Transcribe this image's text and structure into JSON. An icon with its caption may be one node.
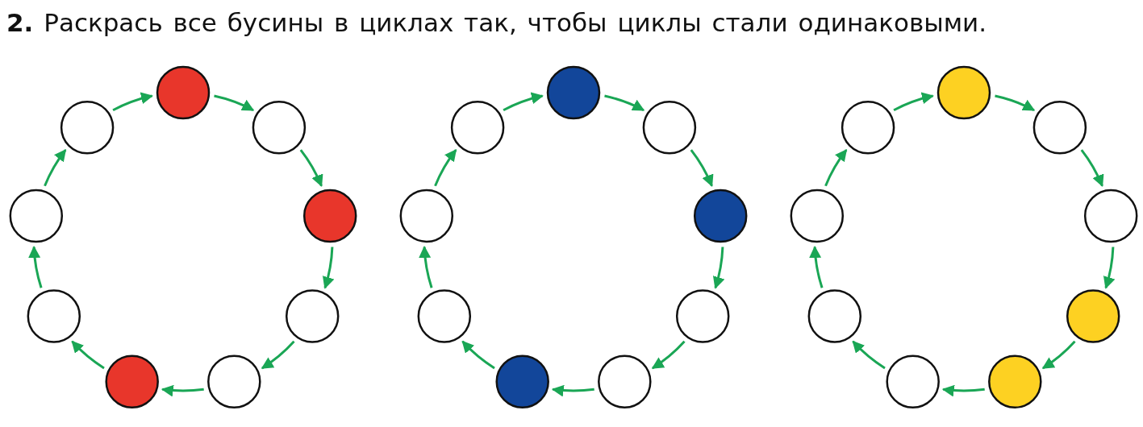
{
  "diagram": {
    "title": "**2.** Раскрась все бусины в циклах так, чтобы циклы стали одинаковыми.",
    "nodes": [
      {
        "text": [],
        "shape": "circle"
      },
      {
        "text": [],
        "shape": "circle"
      },
      {
        "text": [],
        "shape": "circle"
      },
      {
        "text": [],
        "shape": "circle"
      },
      {
        "text": [],
        "shape": "circle"
      },
      {
        "text": [],
        "shape": "circle"
      },
      {
        "text": [],
        "shape": "circle"
      },
      {
        "text": [],
        "shape": "circle"
      },
      {
        "text": [],
        "shape": "circle"
      },
      {
        "text": [],
        "shape": "circle"
      },
      {
        "text": [],
        "shape": "circle"
      },
      {
        "text": [],
        "shape": "circle"
      },
      {
        "text": [],
        "shape": "circle"
      },
      {
        "text": [],
        "shape": "circle"
      },
      {
        "text": [],
        "shape": "circle"
      },
      {
        "text": [],
        "shape": "circle"
      },
      {
        "text": [],
        "shape": "circle"
      },
      {
        "text": [],
        "shape": "circle"
      },
      {
        "text": [],
        "shape": "circle"
      },
      {
        "text": [],
        "shape": "circle"
      },
      {
        "text": [],
        "shape": "circle"
      },
      {
        "text": [],
        "shape": "circle"
      },
      {
        "text": [],
        "shape": "circle"
      },
      {
        "text": [],
        "shape": "circle"
      },
      {
        "text": [],
        "shape": "circle"
      },
      {
        "text": [],
        "shape": "circle"
      },
      {
        "text": [],
        "shape": "circle"
      }
    ],
    "edges": [
      {
        "from": 0,
        "to": 1,
        "arrow": "to"
      },
      {
        "from": 1,
        "to": 2,
        "arrow": "to"
      },
      {
        "from": 2,
        "to": 3,
        "arrow": "to"
      },
      {
        "from": 3,
        "to": 4,
        "arrow": "to"
      },
      {
        "from": 4,
        "to": 5,
        "arrow": "to"
      },
      {
        "from": 5,
        "to": 6,
        "arrow": "to"
      },
      {
        "from": 6,
        "to": 7,
        "arrow": "to"
      },
      {
        "from": 7,
        "to": 8,
        "arrow": "to"
      },
      {
        "from": 8,
        "to": 0,
        "arrow": "to"
      },
      {
        "from": 9,
        "to": 10,
        "arrow": "to"
      },
      {
        "from": 10,
        "to": 11,
        "arrow": "to"
      },
      {
        "from": 11,
        "to": 12,
        "arrow": "to"
      },
      {
        "from": 12,
        "to": 13,
        "arrow": "to"
      },
      {
        "from": 13,
        "to": 14,
        "arrow": "to"
      },
      {
        "from": 14,
        "to": 15,
        "arrow": "to"
      },
      {
        "from": 15,
        "to": 16,
        "arrow": "to"
      },
      {
        "from": 16,
        "to": 17,
        "arrow": "to"
      },
      {
        "from": 17,
        "to": 9,
        "arrow": "to"
      },
      {
        "from": 18,
        "to": 19,
        "arrow": "to"
      },
      {
        "from": 19,
        "to": 20,
        "arrow": "to"
      },
      {
        "from": 20,
        "to": 21,
        "arrow": "to"
      },
      {
        "from": 21,
        "to": 22,
        "arrow": "to"
      },
      {
        "from": 22,
        "to": 23,
        "arrow": "to"
      },
      {
        "from": 23,
        "to": 24,
        "arrow": "to"
      },
      {
        "from": 24,
        "to": 25,
        "arrow": "to"
      },
      {
        "from": 25,
        "to": 26,
        "arrow": "to"
      },
      {
        "from": 26,
        "to": 18,
        "arrow": "to"
      }
    ]
  }
}
